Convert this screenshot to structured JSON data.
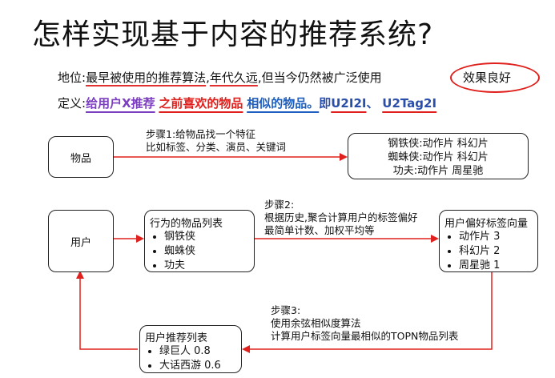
{
  "title": "怎样实现基于内容的推荐系统?",
  "status_line": {
    "label": "地位:",
    "part1": "最早被使用的推荐算法",
    "sep1": ",",
    "part2": "年代久远",
    "part3": ",但当今仍然被广泛使用",
    "highlight": "效果良好"
  },
  "definition_line": {
    "label": "定义:",
    "part1": "给用户X推荐",
    "part2": "之前喜欢的物品",
    "part3": "相似的物品。",
    "part4": "即",
    "part5": "U2I2I",
    "part6": "、",
    "part7": "U2Tag2I"
  },
  "nodes": {
    "item": "物品",
    "item_features": [
      "钢铁侠:动作片 科幻片",
      "蜘蛛侠:动作片 科幻片",
      "功夫:动作片 周星驰"
    ],
    "user": "用户",
    "behavior_title": "行为的物品列表",
    "behavior_items": [
      "钢铁侠",
      "蜘蛛侠",
      "功夫"
    ],
    "pref_title": "用户偏好标签向量",
    "pref_items": [
      "动作片 3",
      "科幻片 2",
      "周星驰 1"
    ],
    "rec_title": "用户推荐列表",
    "rec_items": [
      "绿巨人 0.8",
      "大话西游 0.6"
    ]
  },
  "steps": {
    "step1": [
      "步骤1:给物品找一个特征",
      "比如标签、分类、演员、关键词"
    ],
    "step2": [
      "步骤2:",
      "根据历史,聚合计算用户的标签偏好",
      "最简单计数、加权平均等"
    ],
    "step3": [
      "步骤3:",
      "使用余弦相似度算法",
      "计算用户标签向量最相似的TOPN物品列表"
    ]
  },
  "colors": {
    "accent_red": "#e0201c",
    "purple": "#7b3fbf",
    "blue": "#1f5fbf"
  }
}
